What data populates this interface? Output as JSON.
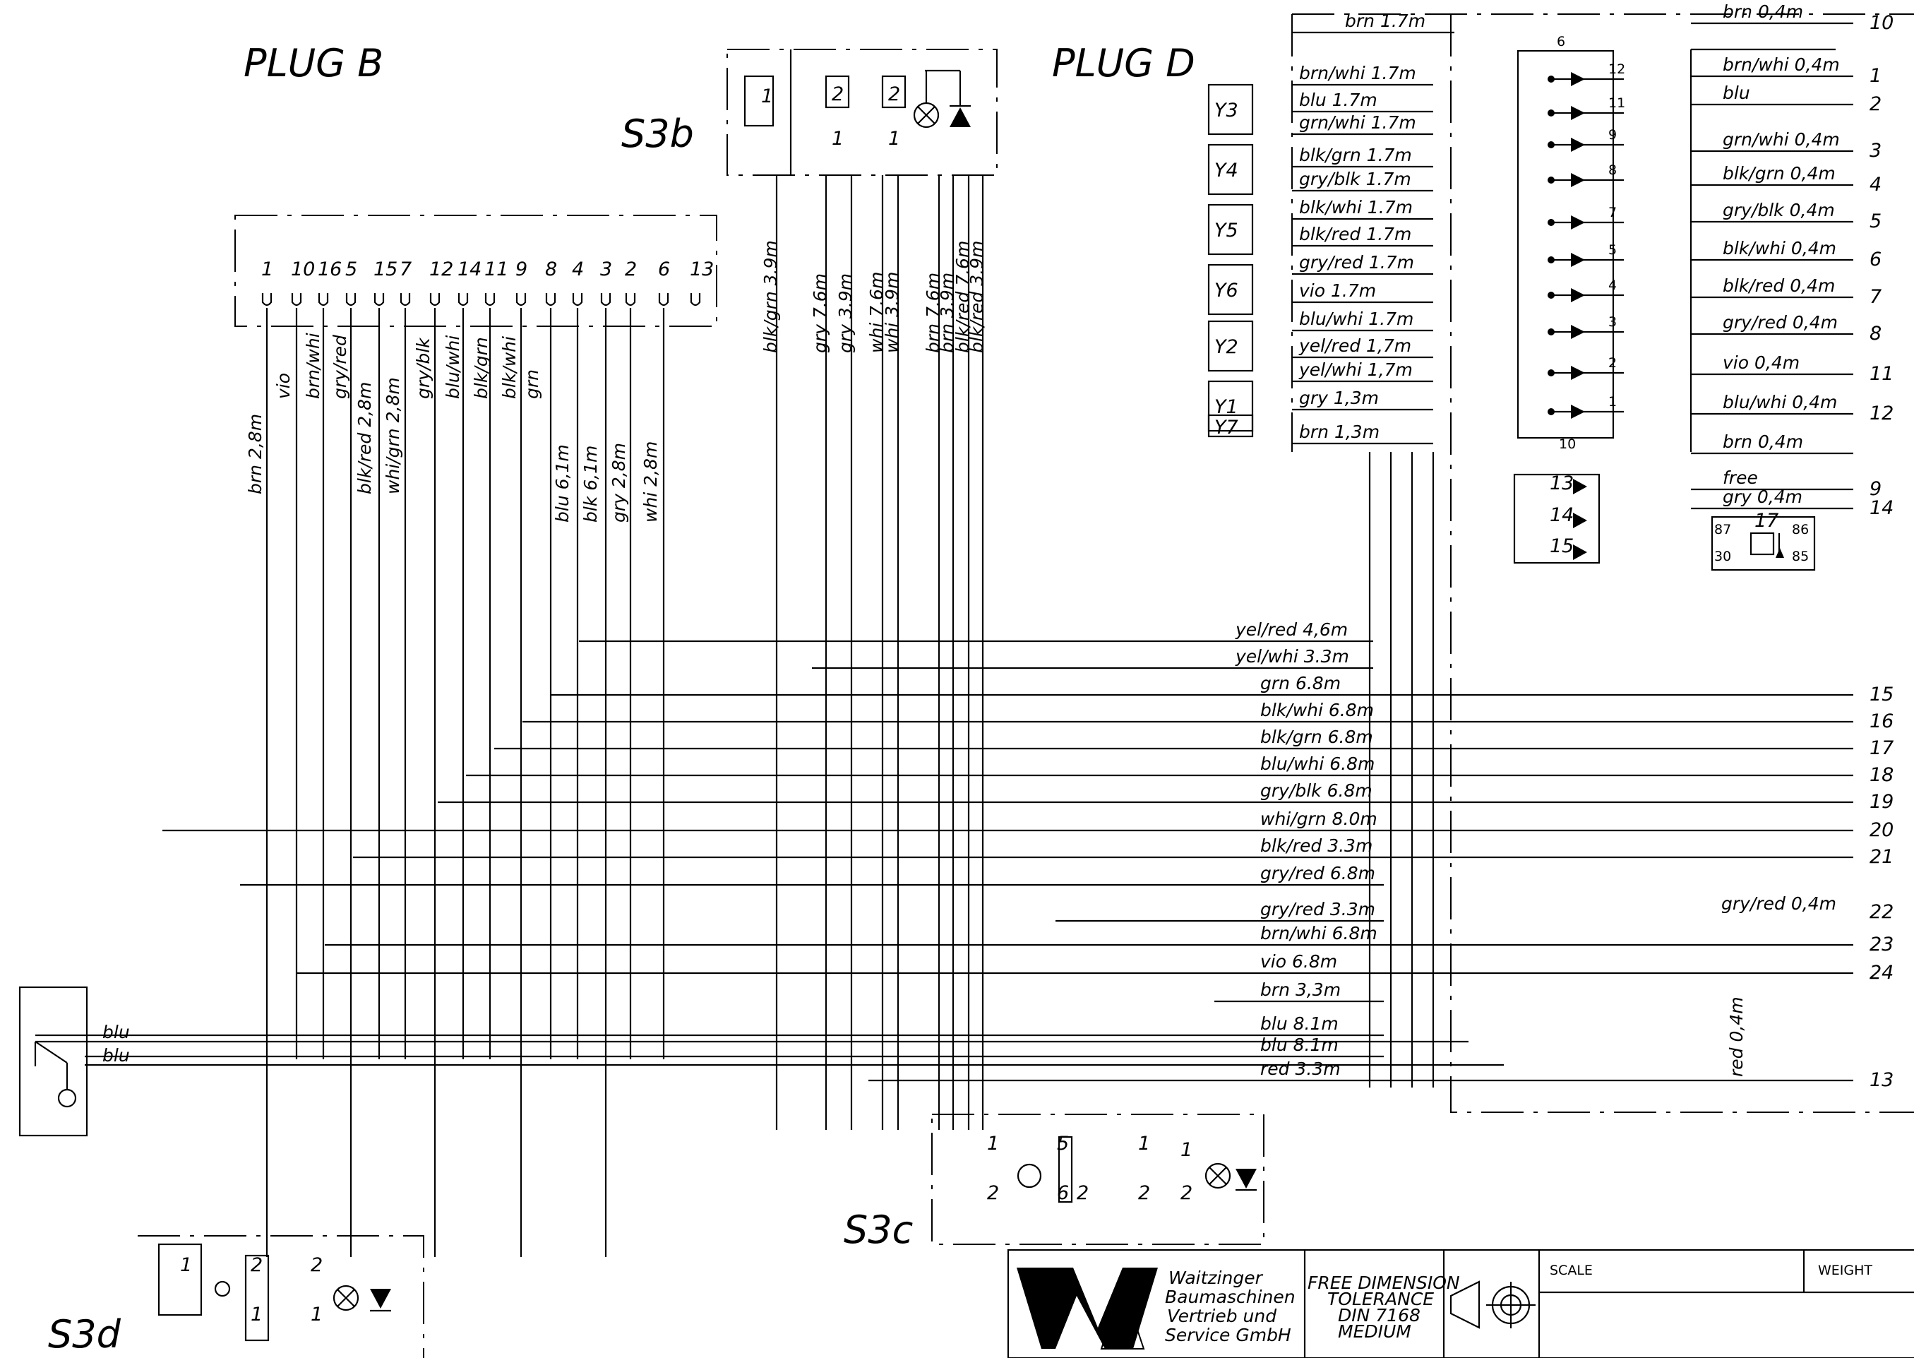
{
  "headings": {
    "plug_b": "PLUG   B",
    "plug_d": "PLUG   D",
    "s3b": "S3b",
    "s3c": "S3c",
    "s3d": "S3d"
  },
  "plug_b": {
    "pins": [
      "1",
      "10",
      "16",
      "5",
      "15",
      "7",
      "12",
      "14",
      "11",
      "9",
      "8",
      "4",
      "3",
      "2",
      "6",
      "13"
    ],
    "wires": [
      "brn 2,8m",
      "vio",
      "brn/whi",
      "gry/red",
      "blk/red 2,8m",
      "whi/grn 2,8m",
      "gry/blk",
      "blu/whi",
      "blk/grn",
      "blk/whi",
      "grn",
      "blu 6,1m",
      "blk 6,1m",
      "gry 2,8m",
      "whi 2,8m"
    ]
  },
  "s3b_wires": [
    "blk/grn 3.9m",
    "gry 7.6m",
    "gry 3.9m",
    "whi 7.6m",
    "whi 3.9m",
    "brn 7.6m",
    "brn 3.9m",
    "blk/red 7.6m",
    "blk/red 3.9m"
  ],
  "plug_d_top": {
    "wires": [
      "brn 1.7m",
      "brn/whi 1.7m",
      "blu 1.7m",
      "grn/whi 1.7m",
      "blk/grn 1.7m",
      "gry/blk 1.7m",
      "blk/whi 1.7m",
      "blk/red 1.7m",
      "gry/red 1.7m",
      "vio 1.7m",
      "blu/whi 1.7m",
      "yel/red 1,7m",
      "yel/whi 1,7m",
      "gry 1,3m",
      "brn 1,3m"
    ],
    "components": [
      "Y3",
      "Y4",
      "Y5",
      "Y6",
      "Y2",
      "Y1",
      "Y7"
    ],
    "diode_nums": [
      "6",
      "12",
      "11",
      "9",
      "8",
      "7",
      "5",
      "4",
      "3",
      "2",
      "1",
      "10",
      "13",
      "14",
      "15",
      "17",
      "87",
      "86",
      "30",
      "85"
    ]
  },
  "plug_d_right": [
    {
      "label": "brn 0,4m",
      "pin": "10"
    },
    {
      "label": "brn/whi 0,4m",
      "pin": "1"
    },
    {
      "label": "blu",
      "pin": "2"
    },
    {
      "label": "grn/whi 0,4m",
      "pin": "3"
    },
    {
      "label": "blk/grn 0,4m",
      "pin": "4"
    },
    {
      "label": "gry/blk 0,4m",
      "pin": "5"
    },
    {
      "label": "blk/whi 0,4m",
      "pin": "6"
    },
    {
      "label": "blk/red 0,4m",
      "pin": "7"
    },
    {
      "label": "gry/red 0,4m",
      "pin": "8"
    },
    {
      "label": "vio 0,4m",
      "pin": "11"
    },
    {
      "label": "blu/whi 0,4m",
      "pin": "12"
    },
    {
      "label": "brn 0,4m",
      "pin": ""
    },
    {
      "label": "free",
      "pin": "9"
    },
    {
      "label": "gry 0,4m",
      "pin": "14"
    }
  ],
  "harness_wires": [
    {
      "label": "yel/red 4,6m",
      "pin": ""
    },
    {
      "label": "yel/whi 3.3m",
      "pin": ""
    },
    {
      "label": "grn 6.8m",
      "pin": "15"
    },
    {
      "label": "blk/whi 6.8m",
      "pin": "16"
    },
    {
      "label": "blk/grn 6.8m",
      "pin": "17"
    },
    {
      "label": "blu/whi 6.8m",
      "pin": "18"
    },
    {
      "label": "gry/blk 6.8m",
      "pin": "19"
    },
    {
      "label": "whi/grn 8.0m",
      "pin": "20"
    },
    {
      "label": "blk/red 3.3m",
      "pin": "21"
    },
    {
      "label": "gry/red 6.8m",
      "pin": ""
    },
    {
      "label": "gry/red 3.3m",
      "pin": ""
    },
    {
      "label": "brn/whi 6.8m",
      "pin": "23"
    },
    {
      "label": "vio 6.8m",
      "pin": "24"
    },
    {
      "label": "brn 3,3m",
      "pin": ""
    },
    {
      "label": "blu 8.1m",
      "pin": ""
    },
    {
      "label": "blu 8.1m",
      "pin": ""
    },
    {
      "label": "red 3.3m",
      "pin": "13"
    }
  ],
  "extra_labels": {
    "gry_red_22": "gry/red 0,4m",
    "pin22": "22",
    "red_04": "red 0,4m",
    "blu1": "blu",
    "blu2": "blu"
  },
  "switch_labels": [
    "1",
    "2",
    "1",
    "2",
    "1",
    "1",
    "5",
    "6",
    "2",
    "1",
    "2",
    "2",
    "1",
    "2",
    "1",
    "2",
    "1"
  ],
  "title_block": {
    "company": [
      "Waitzinger",
      "Baumaschinen",
      "Vertrieb  und",
      "Service  GmbH"
    ],
    "tolerance": [
      "FREE  DIMENSION",
      "TOLERANCE",
      "DIN  7168",
      "MEDIUM"
    ],
    "scale": "SCALE",
    "weight": "WEIGHT"
  }
}
